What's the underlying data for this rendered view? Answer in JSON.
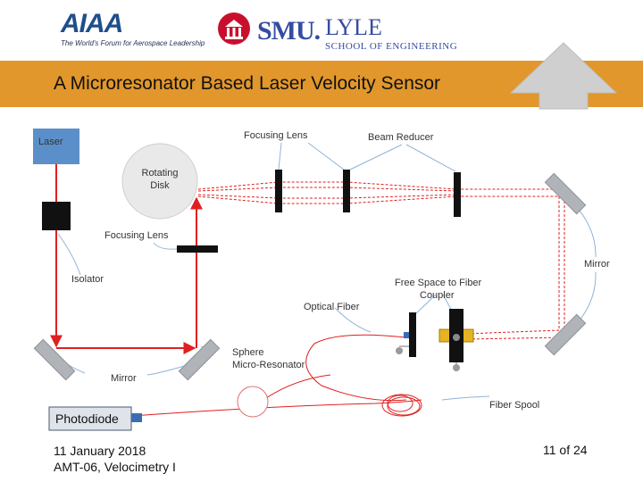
{
  "header": {
    "aiaa_logo": {
      "wordmark": "AIAA",
      "tagline": "The World's Forum for Aerospace Leadership"
    },
    "smu_logo": {
      "wordmark": "SMU.",
      "lyle": "LYLE",
      "school": "SCHOOL OF ENGINEERING"
    }
  },
  "slide": {
    "title": "A Microresonator Based Laser Velocity Sensor"
  },
  "diagram": {
    "labels": {
      "laser": "Laser",
      "rotating_disk_line1": "Rotating",
      "rotating_disk_line2": "Disk",
      "focusing_lens_top": "Focusing Lens",
      "beam_reducer": "Beam Reducer",
      "focusing_lens_left": "Focusing Lens",
      "isolator": "Isolator",
      "mirror_right": "Mirror",
      "free_space_line1": "Free Space to Fiber",
      "free_space_line2": "Coupler",
      "optical_fiber": "Optical Fiber",
      "sphere_line1": "Sphere",
      "sphere_line2": "Micro-Resonator",
      "mirror_bottom": "Mirror",
      "photodiode": "Photodiode",
      "fiber_spool": "Fiber Spool"
    },
    "colors": {
      "laser_box": "#5b8fc9",
      "beam": "#e02020",
      "mirror": "#b0b4b8",
      "leader": "#8fb4d8"
    }
  },
  "footer": {
    "date": "11 January 2018",
    "session": "AMT-06, Velocimetry I",
    "page": "11 of 24"
  },
  "colors": {
    "title_bar": "#e1972b",
    "brand_blue": "#354ca1",
    "smu_red": "#c8102e"
  }
}
